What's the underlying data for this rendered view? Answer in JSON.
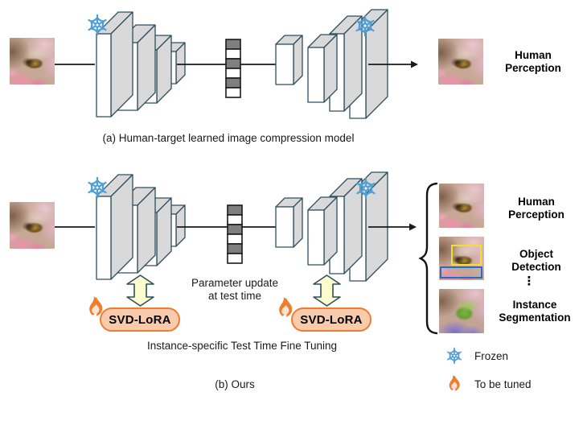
{
  "section_a": {
    "caption": "(a) Human-target learned image compression model",
    "output_label": "Human Perception"
  },
  "section_b": {
    "caption": "(b) Ours",
    "tuning_caption": "Instance-specific Test Time Fine Tuning",
    "param_update": "Parameter update at test time",
    "adapters": [
      {
        "label": "SVD-LoRA"
      },
      {
        "label": "SVD-LoRA"
      }
    ],
    "outputs": [
      {
        "label": "Human Perception"
      },
      {
        "label": "Object Detection"
      },
      {
        "label": "Instance Segmentation"
      }
    ],
    "ellipsis": "⋮"
  },
  "legend": {
    "frozen": "Frozen",
    "tuned": "To be tuned"
  },
  "icons": {
    "frozen": "snowflake-icon",
    "tuned": "flame-icon"
  },
  "colors": {
    "snowflake_blue": "#4E9FD5",
    "flame_orange": "#ED7D31",
    "adapter_fill": "#F8CBAD",
    "adapter_border": "#ED7D31",
    "block_face": "#FFFFFF",
    "block_shade": "#D9D9D9",
    "block_stroke": "#2F4F5E",
    "latent_gray": "#7F7F7F",
    "double_arrow_fill": "#FCFCCF",
    "detection_box_yellow": "#F0E130",
    "detection_box_blue": "#1D6FC8"
  }
}
